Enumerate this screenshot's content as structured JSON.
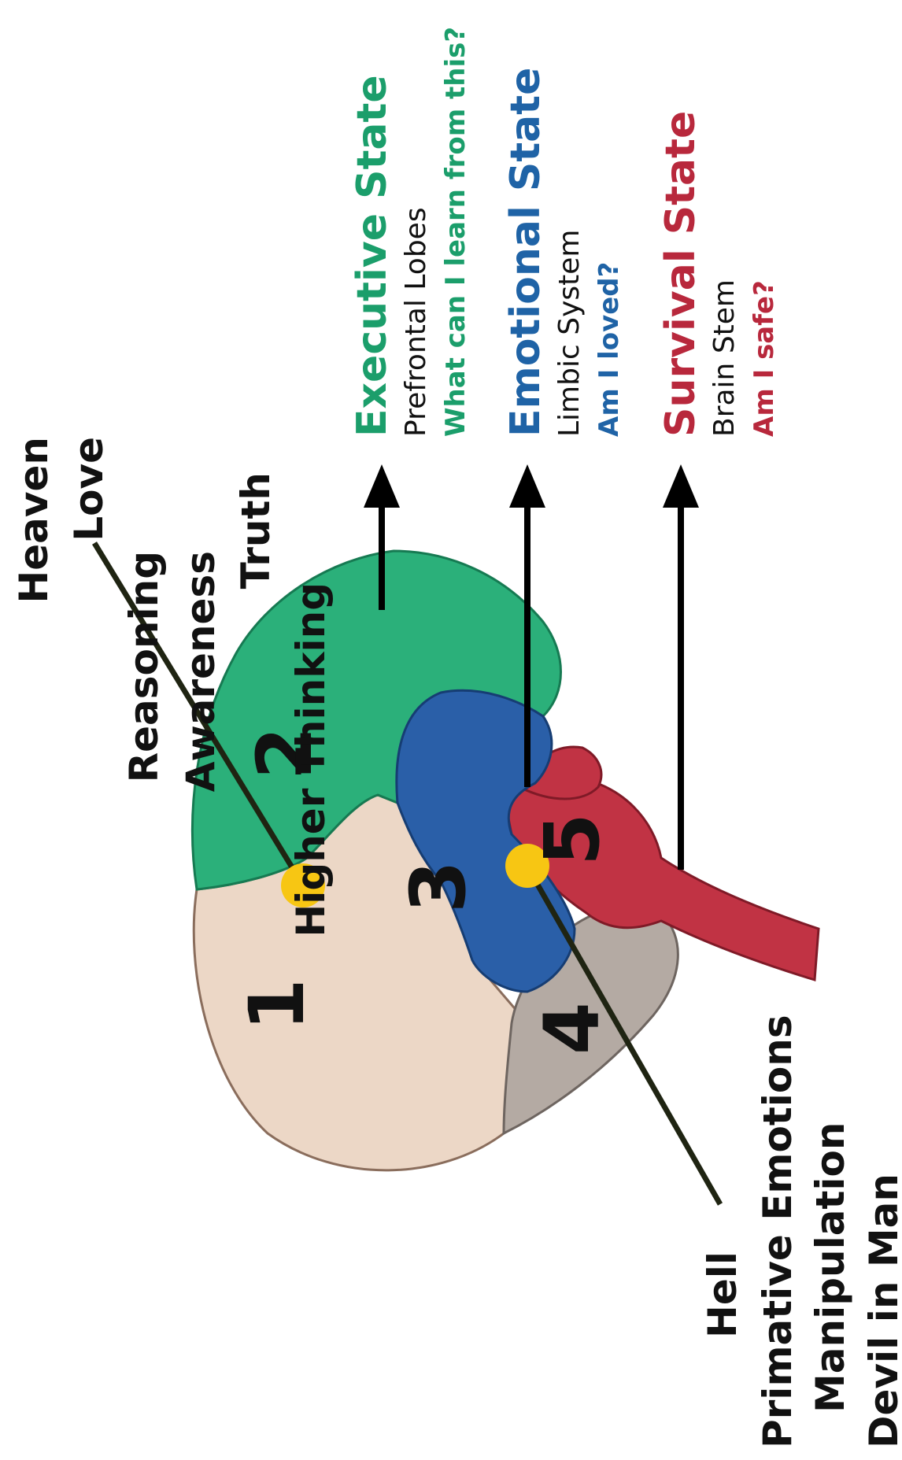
{
  "colors": {
    "executive": "#1b9e6b",
    "emotional": "#1f63a6",
    "survival": "#b8283c",
    "lobe_green": "#2bb07a",
    "lobe_tan": "#ecd7c6",
    "lobe_blue": "#2a5fa8",
    "lobe_gray": "#b4aaa3",
    "brainstem_red": "#c13344",
    "marker_yellow": "#f7c613",
    "line_dark": "#1f2412"
  },
  "top_list": [
    "Heaven",
    "Love",
    "Reasoning",
    "Awareness",
    "Truth",
    "Higher Thinking"
  ],
  "bottom_list": [
    "Hell",
    "Primative Emotions",
    "Manipulation",
    "Devil in Man"
  ],
  "states": [
    {
      "title": "Executive State",
      "part": "Prefrontal Lobes",
      "question": "What can I learn from this?",
      "color_key": "executive"
    },
    {
      "title": "Emotional State",
      "part": "Limbic System",
      "question": "Am I loved?",
      "color_key": "emotional"
    },
    {
      "title": "Survival State",
      "part": "Brain Stem",
      "question": "Am I safe?",
      "color_key": "survival"
    }
  ],
  "regions": [
    {
      "number": "1",
      "name": "tan-lobe"
    },
    {
      "number": "2",
      "name": "prefrontal-lobe"
    },
    {
      "number": "3",
      "name": "limbic-system"
    },
    {
      "number": "4",
      "name": "cerebellum"
    },
    {
      "number": "5",
      "name": "brain-stem"
    }
  ]
}
